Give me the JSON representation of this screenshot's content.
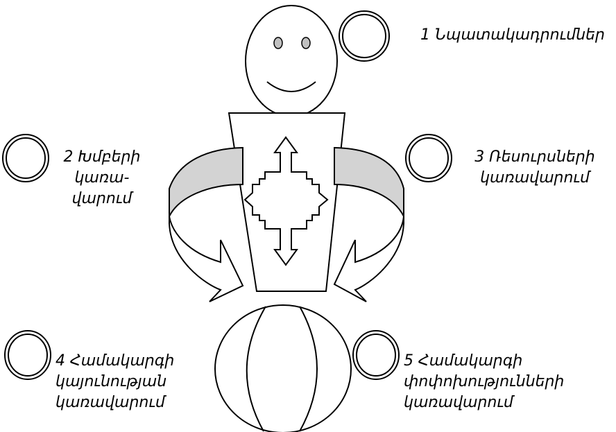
{
  "title": "",
  "colors": {
    "stroke": "#000000",
    "background": "#ffffff",
    "eye_fill": "#c0c0c0",
    "band_fill": "#d3d3d3"
  },
  "figure": {
    "head": "smiley-face",
    "body": "trapezoid-with-four-way-arrow",
    "sides": "curved-arrows-down-inward",
    "base": "sphere"
  },
  "labels": {
    "l1": {
      "line1": "1 Նպատակադրումներ"
    },
    "l2": {
      "line1": "2 Խմբերի",
      "line2": "կառա-",
      "line3": "վարում"
    },
    "l3": {
      "line1": "3 Ռեսուրսների",
      "line2": "կառավարում"
    },
    "l4": {
      "line1": "4 Համակարգի",
      "line2": "կայունության",
      "line3": "կառավարում"
    },
    "l5": {
      "line1": "5 Համակարգի",
      "line2": "փոփոխությունների",
      "line3": "կառավարում"
    }
  }
}
